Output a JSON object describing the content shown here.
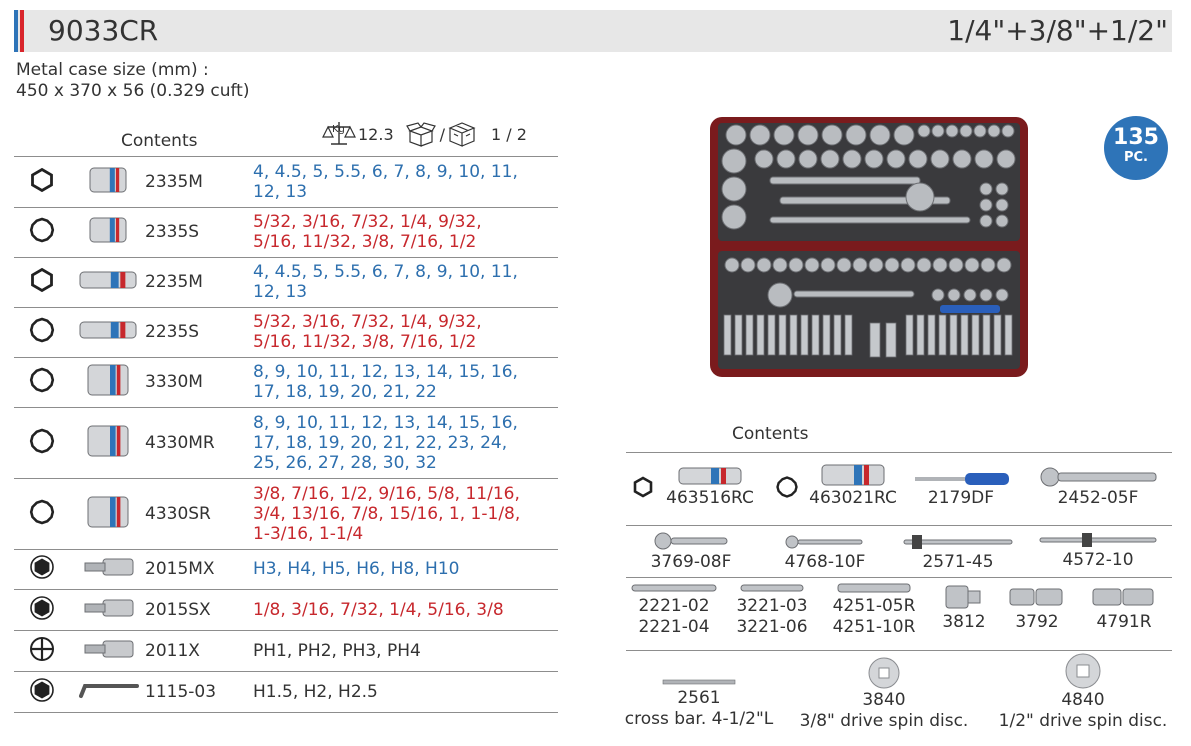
{
  "header": {
    "model": "9033CR",
    "drive": "1/4\"+3/8\"+1/2\""
  },
  "case_size": {
    "label": "Metal case size (mm) :",
    "value": "450 x 370 x 56 (0.329 cuft)"
  },
  "left_table": {
    "heading": "Contents",
    "weight": "12.3",
    "carton": "1 / 2",
    "rows": [
      {
        "symbol": "hex6",
        "code": "2335M",
        "color": "blue",
        "sizes": [
          "4, 4.5, 5, 5.5, 6, 7, 8, 9, 10, 11,",
          "12, 13"
        ]
      },
      {
        "symbol": "hex12",
        "code": "2335S",
        "color": "red",
        "sizes": [
          "5/32, 3/16, 7/32, 1/4, 9/32,",
          "5/16, 11/32, 3/8, 7/16, 1/2"
        ]
      },
      {
        "symbol": "hex6",
        "code": "2235M",
        "color": "blue",
        "sizes": [
          "4, 4.5, 5, 5.5, 6, 7, 8, 9, 10, 11,",
          "12, 13"
        ]
      },
      {
        "symbol": "hex12",
        "code": "2235S",
        "color": "red",
        "sizes": [
          "5/32, 3/16, 7/32, 1/4, 9/32,",
          "5/16, 11/32, 3/8, 7/16, 1/2"
        ]
      },
      {
        "symbol": "hex12",
        "code": "3330M",
        "color": "blue",
        "sizes": [
          "8, 9, 10, 11, 12, 13, 14, 15, 16,",
          "17, 18, 19, 20, 21, 22"
        ]
      },
      {
        "symbol": "hex12",
        "code": "4330MR",
        "color": "blue",
        "sizes": [
          "8, 9, 10, 11, 12, 13, 14, 15, 16,",
          "17, 18, 19, 20, 21, 22, 23, 24,",
          "25, 26, 27, 28, 30, 32"
        ]
      },
      {
        "symbol": "hex12",
        "code": "4330SR",
        "color": "red",
        "sizes": [
          "3/8, 7/16, 1/2, 9/16, 5/8, 11/16,",
          "3/4, 13/16, 7/8, 15/16, 1, 1-1/8,",
          "1-3/16, 1-1/4"
        ]
      },
      {
        "symbol": "hexbit",
        "code": "2015MX",
        "color": "blue",
        "sizes": [
          "H3, H4, H5, H6, H8, H10"
        ]
      },
      {
        "symbol": "hexbit",
        "code": "2015SX",
        "color": "red",
        "sizes": [
          "1/8, 3/16, 7/32, 1/4, 5/16, 3/8"
        ]
      },
      {
        "symbol": "phillips",
        "code": "2011X",
        "color": "grey",
        "sizes": [
          "PH1, PH2, PH3, PH4"
        ]
      },
      {
        "symbol": "hexbit",
        "code": "1115-03",
        "color": "grey",
        "sizes": [
          "H1.5, H2, H2.5"
        ]
      }
    ]
  },
  "badge": {
    "count": "135",
    "unit": "PC."
  },
  "right_table": {
    "heading": "Contents",
    "row1": [
      "463516RC",
      "463021RC",
      "2179DF",
      "2452-05F"
    ],
    "row2": [
      "3769-08F",
      "4768-10F",
      "2571-45",
      "4572-10"
    ],
    "row3": [
      [
        "2221-02",
        "2221-04"
      ],
      [
        "3221-03",
        "3221-06"
      ],
      [
        "4251-05R",
        "4251-10R"
      ],
      [
        "3812"
      ],
      [
        "3792"
      ],
      [
        "4791R"
      ]
    ],
    "row4": [
      {
        "code": "2561",
        "desc": "cross bar. 4-1/2\"L"
      },
      {
        "code": "3840",
        "desc": "3/8\" drive spin disc."
      },
      {
        "code": "4840",
        "desc": "1/2\" drive spin disc."
      }
    ]
  },
  "colors": {
    "blue": "#2d6fae",
    "red": "#c7282d",
    "badge": "#2e74b8",
    "case": "#7a1b1d"
  }
}
